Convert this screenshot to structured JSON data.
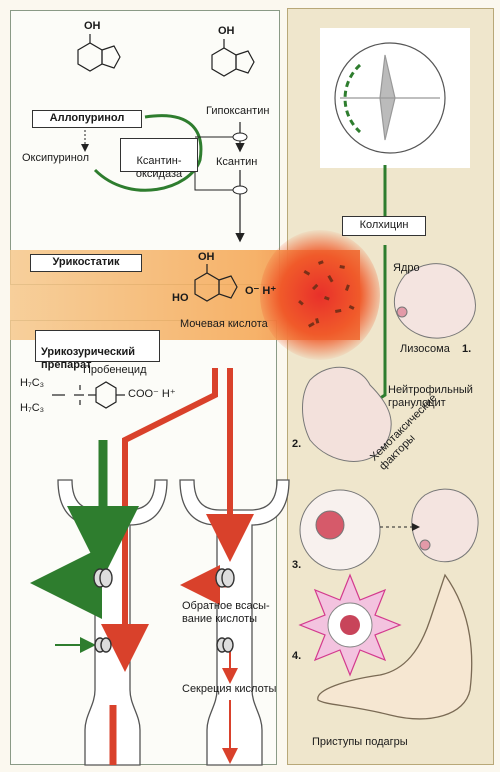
{
  "panels": {
    "urikostatik": {
      "title": "Урикостатик",
      "drug": "Аллопуринол",
      "metabolite": "Оксипуринол",
      "enzyme": "Ксантин-\nоксидаза",
      "substrate1": "Гипоксантин",
      "substrate2": "Ксантин",
      "oh_label": "OH"
    },
    "uric_acid": {
      "label": "Мочевая кислота",
      "formula_oh": "OH",
      "formula_ion": "O⁻ H⁺",
      "formula_ho": "HO"
    },
    "urikozuric": {
      "title": "Урикозурический\nпрепарат",
      "drug": "Пробенецид",
      "n_substituent_top": "H₇C₃",
      "n_substituent_bottom": "H₇C₃",
      "acid_group": "COO⁻ H⁺",
      "reabsorption": "Обратное всасы-\nвание кислоты",
      "secretion": "Секреция кислоты"
    },
    "gout": {
      "drug": "Колхицин",
      "nucleus": "Ядро",
      "lysosome": "Лизосома",
      "neutrophil": "Нейтрофильный\nгранулоцит",
      "chemotactic": "Хемотаксические\nфакторы",
      "attacks": "Приступы подагры",
      "step1": "1.",
      "step2": "2.",
      "step3": "3.",
      "step4": "4."
    }
  },
  "colors": {
    "green": "#2e7d2e",
    "red": "#d9412b",
    "panel_border": "#8a9a86",
    "panel_fill": "#fcfcf8",
    "gout_fill": "#efe6cc"
  }
}
